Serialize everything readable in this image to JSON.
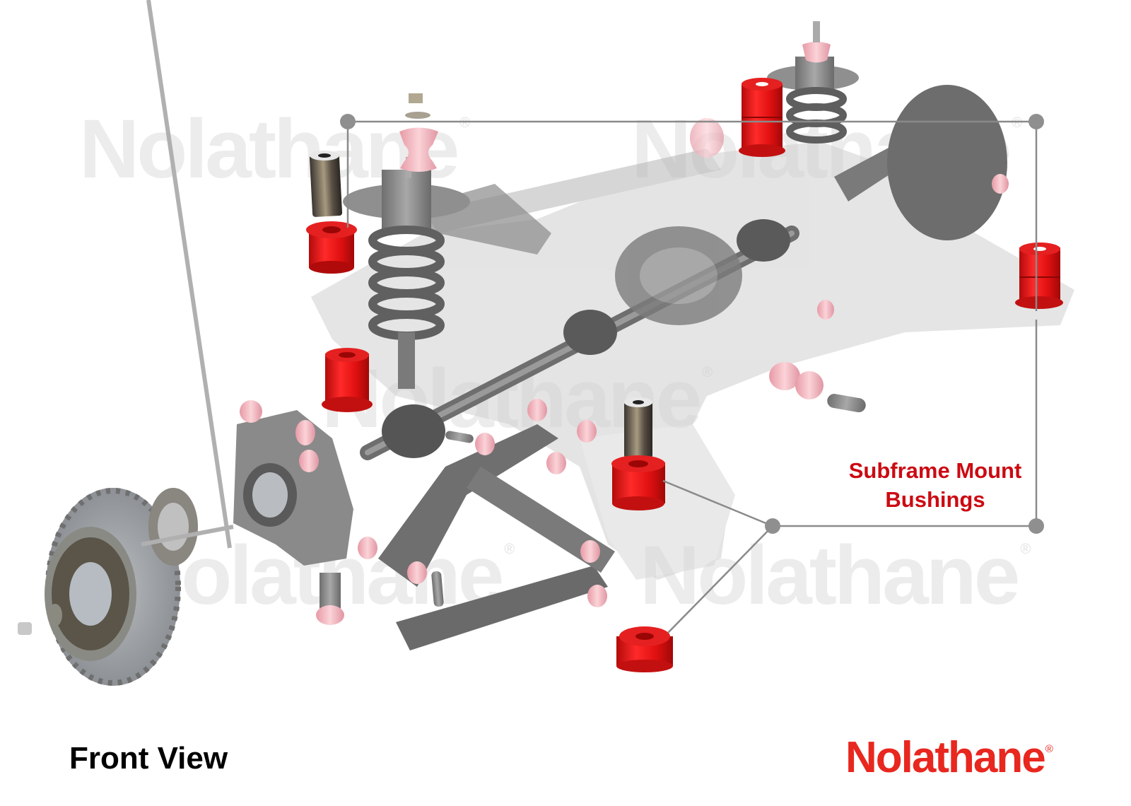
{
  "diagram": {
    "title": "Rear suspension exploded view with subframe mount bushings highlighted",
    "view_label": "Front View",
    "callout": {
      "label_line1": "Subframe Mount",
      "label_line2": "Bushings",
      "color": "#cc0a12",
      "line_color": "#8a8a8a"
    },
    "brand": {
      "name": "Nolathane",
      "registered_mark": "®",
      "color": "#e8271f"
    },
    "watermarks": [
      {
        "text": "Nolathane",
        "mark": "®"
      },
      {
        "text": "Nolathane",
        "mark": "®"
      },
      {
        "text": "Nolathane",
        "mark": "®"
      },
      {
        "text": "Nolathane",
        "mark": "®"
      },
      {
        "text": "Nolathane",
        "mark": "®"
      }
    ],
    "highlighted_parts": [
      {
        "name": "subframe-bushing-front-left-upper"
      },
      {
        "name": "subframe-bushing-front-left-lower"
      },
      {
        "name": "subframe-bushing-rear-left"
      },
      {
        "name": "subframe-bushing-rear-right"
      },
      {
        "name": "subframe-bushing-front-right-upper"
      },
      {
        "name": "subframe-bushing-front-right-lower"
      }
    ],
    "colors": {
      "bushing_red": "#e01515",
      "bushing_pink": "#f2b8c0",
      "metal_grey": "#8c8c8c",
      "ghost_grey": "#d6d6d6"
    }
  }
}
